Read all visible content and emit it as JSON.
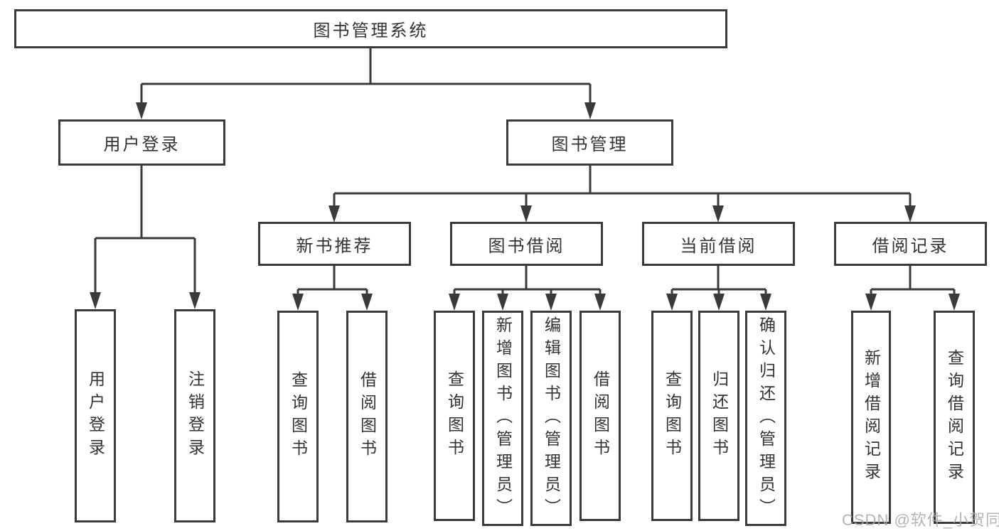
{
  "nodes": {
    "root": {
      "label": "图书管理系统"
    },
    "level2": [
      {
        "label": "用户登录"
      },
      {
        "label": "图书管理"
      }
    ],
    "level3": [
      {
        "label": "新书推荐"
      },
      {
        "label": "图书借阅"
      },
      {
        "label": "当前借阅"
      },
      {
        "label": "借阅记录"
      }
    ],
    "leaves": {
      "user_login": [
        {
          "label": "用户登录"
        },
        {
          "label": "注销登录"
        }
      ],
      "new_book": [
        {
          "label": "查询图书"
        },
        {
          "label": "借阅图书"
        }
      ],
      "book_borrow": [
        {
          "label": "查询图书"
        },
        {
          "label": "新增图书（管理员）"
        },
        {
          "label": "编辑图书（管理员）"
        },
        {
          "label": "借阅图书"
        }
      ],
      "current_borrow": [
        {
          "label": "查询图书"
        },
        {
          "label": "归还图书"
        },
        {
          "label": "确认归还（管理员）"
        }
      ],
      "records": [
        {
          "label": "新增借阅记录"
        },
        {
          "label": "查询借阅记录"
        }
      ]
    }
  },
  "watermark": "CSDN @软件_小贺同学",
  "colors": {
    "line": "#3a3a3a",
    "text": "#333333",
    "bg": "#ffffff",
    "watermark": "#a8a8a8"
  }
}
